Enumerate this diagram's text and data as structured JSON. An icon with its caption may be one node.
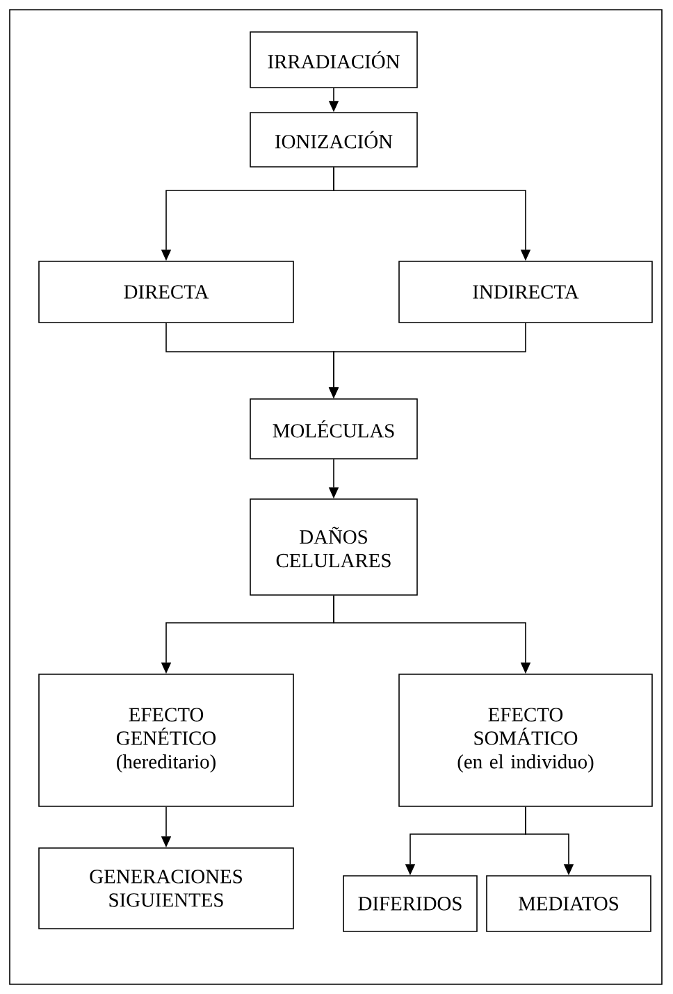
{
  "diagram": {
    "nodes": [
      {
        "text": [
          "IRRADIACIÓN"
        ]
      },
      {
        "text": [
          "IONIZACIÓN"
        ]
      },
      {
        "text": [
          "DIRECTA"
        ]
      },
      {
        "text": [
          "INDIRECTA"
        ]
      },
      {
        "text": [
          "MOLÉCULAS"
        ]
      },
      {
        "text": [
          "DAÑOS CELULARES"
        ]
      },
      {
        "text": [
          "EFECTO GENÉTICO",
          "(hereditario)"
        ]
      },
      {
        "text": [
          "EFECTO SOMÁTICO",
          "(en el individuo)"
        ]
      },
      {
        "text": [
          "GENERACIONES SIGUIENTES"
        ]
      },
      {
        "text": [
          "DIFERIDOS"
        ]
      },
      {
        "text": [
          "MEDIATOS"
        ]
      }
    ],
    "edges": [
      {
        "from": 0,
        "to": 1,
        "arrow": "to"
      },
      {
        "from": 1,
        "to": 2,
        "arrow": "to"
      },
      {
        "from": 1,
        "to": 3,
        "arrow": "to"
      },
      {
        "from": 2,
        "to": 4,
        "arrow": "to"
      },
      {
        "from": 3,
        "to": 4,
        "arrow": "to"
      },
      {
        "from": 4,
        "to": 5,
        "arrow": "to"
      },
      {
        "from": 5,
        "to": 6,
        "arrow": "to"
      },
      {
        "from": 5,
        "to": 7,
        "arrow": "to"
      },
      {
        "from": 6,
        "to": 8,
        "arrow": "to"
      },
      {
        "from": 7,
        "to": 9,
        "arrow": "to"
      },
      {
        "from": 7,
        "to": 10,
        "arrow": "to"
      }
    ]
  }
}
